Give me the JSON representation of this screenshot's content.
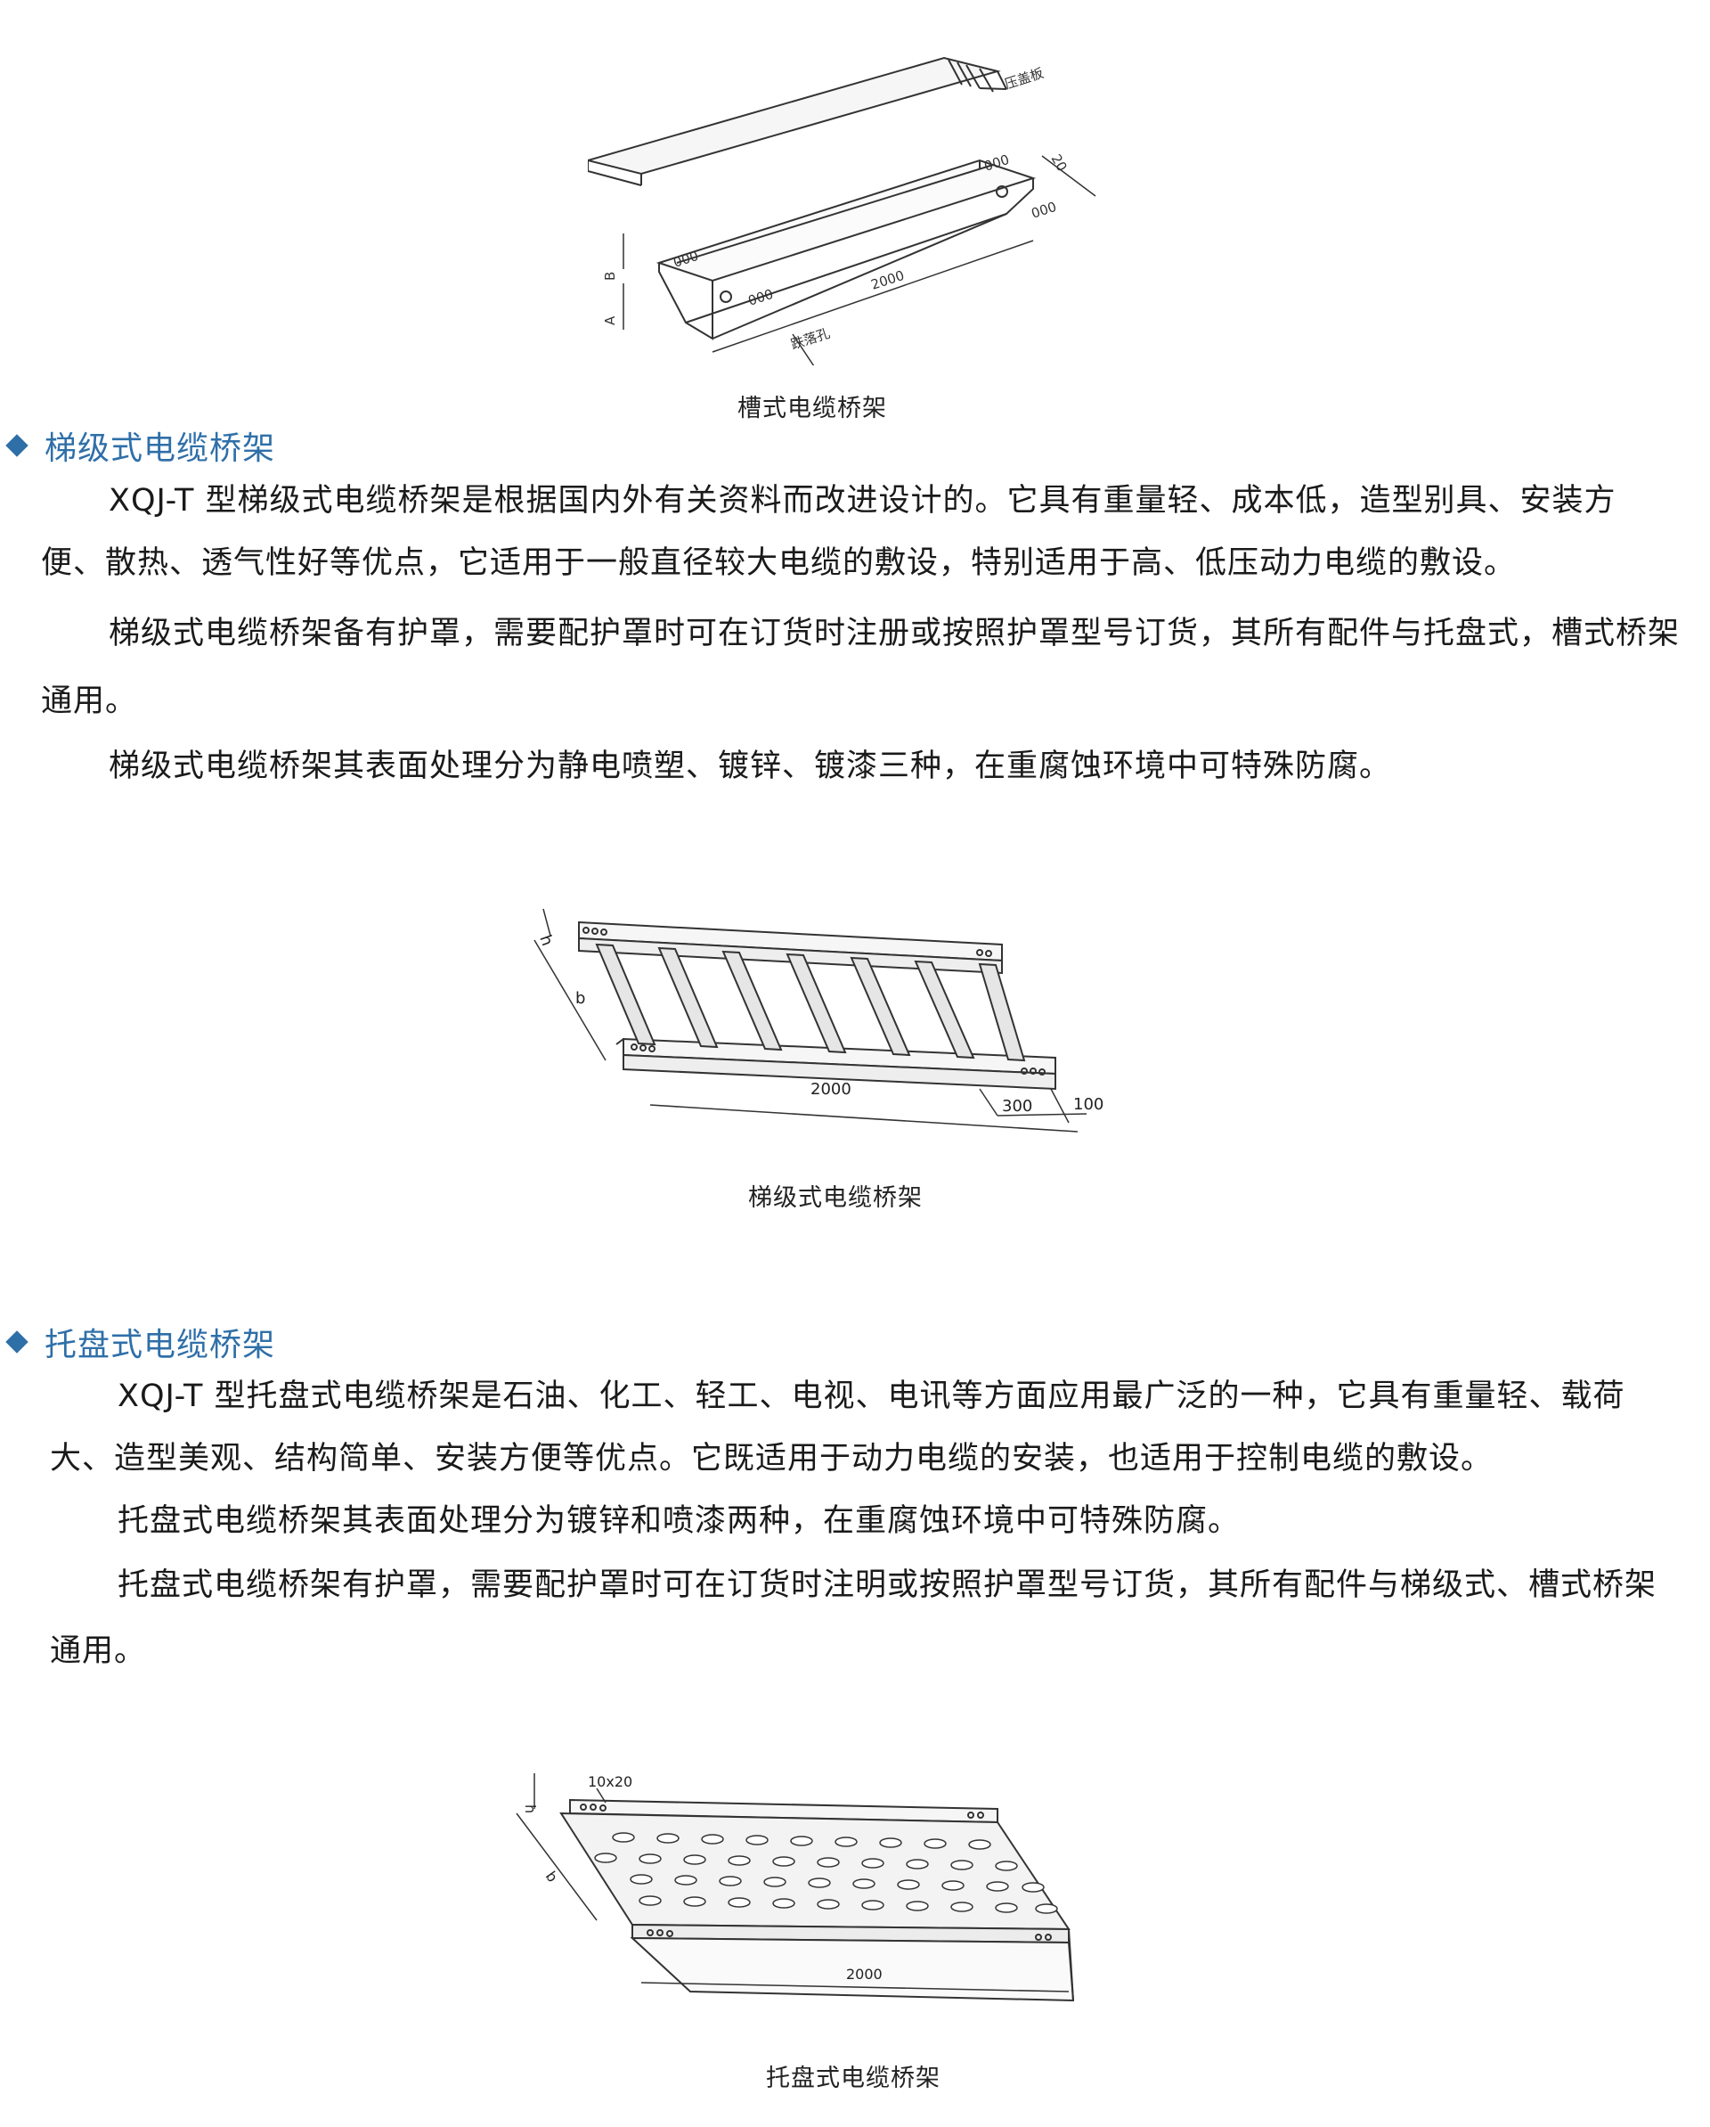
{
  "figures": {
    "trough": {
      "caption": "槽式电缆桥架",
      "labels": {
        "cover_plate": "压盖板",
        "drop_hole": "跌落孔",
        "length": "2000",
        "dim_20": "20",
        "dim_b": "B",
        "dim_a": "A",
        "holes": "000"
      }
    },
    "ladder": {
      "caption": "梯级式电缆桥架",
      "labels": {
        "h": "h",
        "b": "b",
        "length": "2000",
        "spacing": "300",
        "end": "100"
      }
    },
    "tray": {
      "caption": "托盘式电缆桥架",
      "labels": {
        "slot": "10x20",
        "h": "h",
        "b": "b",
        "length": "2000"
      }
    }
  },
  "sections": {
    "ladder": {
      "heading": "梯级式电缆桥架",
      "paragraphs": [
        "XQJ-T 型梯级式电缆桥架是根据国内外有关资料而改进设计的。它具有重量轻、成本低，造型别具、安装方便、散热、透气性好等优点，它适用于一般直径较大电缆的敷设，特别适用于高、低压动力电缆的敷设。",
        "梯级式电缆桥架备有护罩，需要配护罩时可在订货时注册或按照护罩型号订货，其所有配件与托盘式，槽式桥架通用。",
        "梯级式电缆桥架其表面处理分为静电喷塑、镀锌、镀漆三种，在重腐蚀环境中可特殊防腐。"
      ]
    },
    "tray": {
      "heading": "托盘式电缆桥架",
      "paragraphs": [
        "XQJ-T 型托盘式电缆桥架是石油、化工、轻工、电视、电讯等方面应用最广泛的一种，它具有重量轻、载荷大、造型美观、结构简单、安装方便等优点。它既适用于动力电缆的安装，也适用于控制电缆的敷设。",
        "托盘式电缆桥架其表面处理分为镀锌和喷漆两种，在重腐蚀环境中可特殊防腐。",
        "托盘式电缆桥架有护罩，需要配护罩时可在订货时注明或按照护罩型号订货，其所有配件与梯级式、槽式桥架通用。"
      ]
    }
  },
  "colors": {
    "heading": "#2f6fa8",
    "text": "#1a1a1a",
    "line": "#333333"
  }
}
